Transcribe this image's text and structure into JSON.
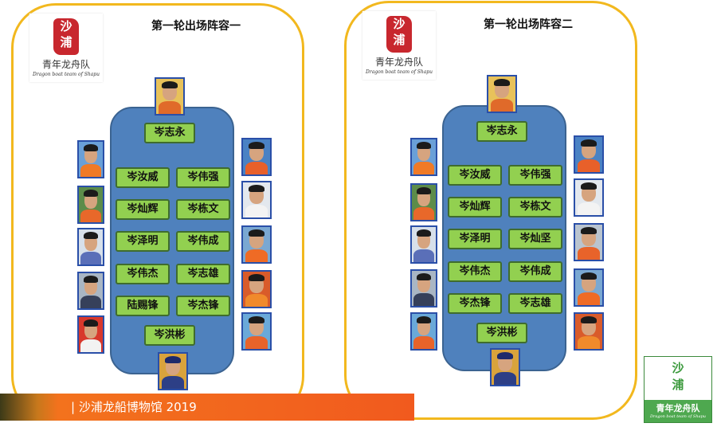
{
  "logo": {
    "seal_chars": [
      "沙",
      "浦"
    ],
    "name": "青年龙舟队",
    "english": "Dragon boat team of Shapu"
  },
  "lineups": [
    {
      "title": "第一轮出场阵容一",
      "drummer": "岑志永",
      "rows": [
        [
          "岑汝威",
          "岑伟强"
        ],
        [
          "岑灿辉",
          "岑栋文"
        ],
        [
          "岑泽明",
          "岑伟成"
        ],
        [
          "岑伟杰",
          "岑志雄"
        ],
        [
          "陆赐锋",
          "岑杰锋"
        ]
      ],
      "steerer": "岑洪彬"
    },
    {
      "title": "第一轮出场阵容二",
      "drummer": "岑志永",
      "rows": [
        [
          "岑汝威",
          "岑伟强"
        ],
        [
          "岑灿辉",
          "岑栋文"
        ],
        [
          "岑泽明",
          "岑灿坚"
        ],
        [
          "岑伟杰",
          "岑伟成"
        ],
        [
          "岑杰锋",
          "岑志雄"
        ]
      ],
      "steerer": "岑洪彬"
    }
  ],
  "banner": {
    "text": "|  沙浦龙船博物馆 2019"
  },
  "corner_logo": {
    "seal_chars": [
      "沙",
      "浦"
    ],
    "name": "青年龙舟队",
    "english": "Dragon boat team of Shapu"
  },
  "colors": {
    "panel_border": "#f2b81e",
    "boat": "#4f81bd",
    "seat": "#92d050",
    "seal": "#c8272e",
    "banner": "#f15a1e",
    "corner_logo": "#4ea84f"
  }
}
